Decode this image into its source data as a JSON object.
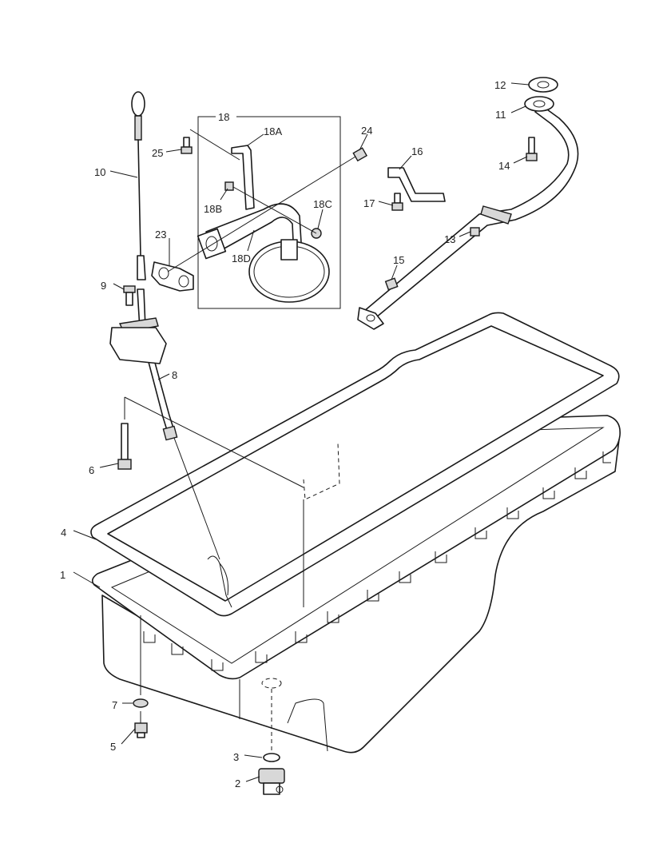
{
  "diagram": {
    "callouts": {
      "c1": "1",
      "c2": "2",
      "c3": "3",
      "c4": "4",
      "c5": "5",
      "c6": "6",
      "c7": "7",
      "c8": "8",
      "c9": "9",
      "c10": "10",
      "c11": "11",
      "c12": "12",
      "c13": "13",
      "c14": "14",
      "c15": "15",
      "c16": "16",
      "c17": "17",
      "c18": "18",
      "c18A": "18A",
      "c18B": "18B",
      "c18C": "18C",
      "c18D": "18D",
      "c23": "23",
      "c24": "24",
      "c25": "25"
    },
    "line_color": "#1a1a1a",
    "background": "#ffffff"
  }
}
